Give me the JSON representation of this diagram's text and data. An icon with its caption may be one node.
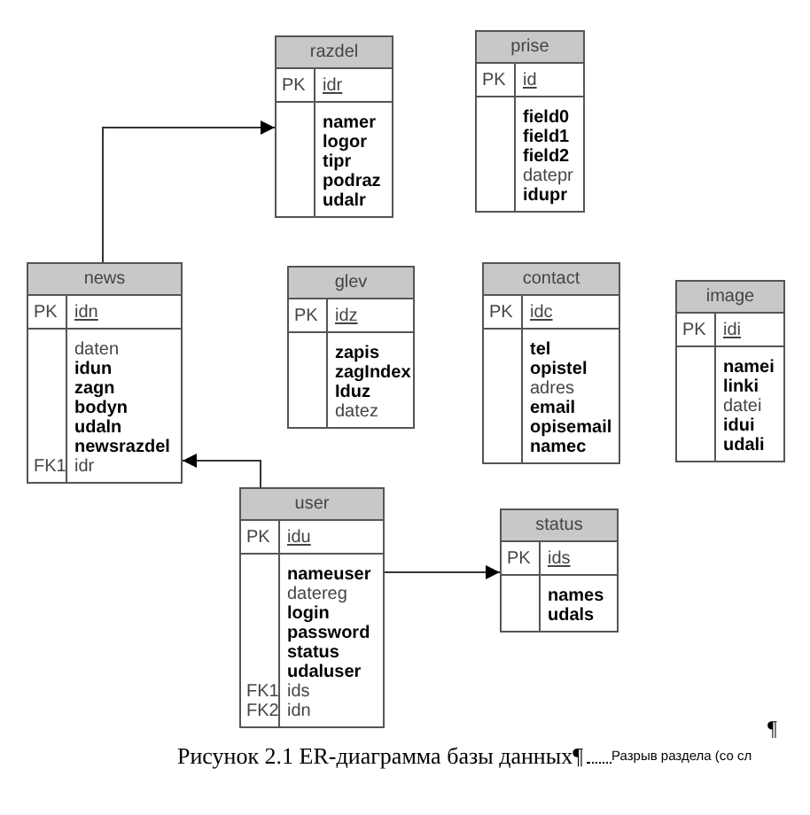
{
  "diagram": {
    "caption": "Рисунок 2.1 ER-диаграмма базы данных",
    "nodes": [
      {
        "text": [
          "razdel",
          "PK",
          "idr",
          "**namer**",
          "**logor**",
          "**tipr**",
          "**podraz**",
          "**udalr**"
        ]
      },
      {
        "text": [
          "prise",
          "PK",
          "id",
          "**field0**",
          "**field1**",
          "**field2**",
          "datepr",
          "**idupr**"
        ]
      },
      {
        "text": [
          "news",
          "PK",
          "idn",
          "daten",
          "**idun**",
          "**zagn**",
          "**bodyn**",
          "**udaln**",
          "**newsrazdel**",
          "FK1",
          "idr"
        ]
      },
      {
        "text": [
          "glev",
          "PK",
          "idz",
          "**zapis**",
          "**zagIndex**",
          "**Iduz**",
          "datez"
        ]
      },
      {
        "text": [
          "contact",
          "PK",
          "idc",
          "**tel**",
          "**opistel**",
          "adres",
          "**email**",
          "**opisemail**",
          "**namec**"
        ]
      },
      {
        "text": [
          "image",
          "PK",
          "idi",
          "**namei**",
          "**linki**",
          "datei",
          "**idui**",
          "**udali**"
        ]
      },
      {
        "text": [
          "user",
          "PK",
          "idu",
          "**nameuser**",
          "datereg",
          "**login**",
          "**password**",
          "**status**",
          "**udaluser**",
          "FK1",
          "ids",
          "FK2",
          "idn"
        ]
      },
      {
        "text": [
          "status",
          "PK",
          "ids",
          "**names**",
          "**udals**"
        ]
      }
    ],
    "edges": [
      {
        "from": 2,
        "to": 0,
        "arrow": "to"
      },
      {
        "from": 6,
        "to": 2,
        "arrow": "to"
      },
      {
        "from": 6,
        "to": 7,
        "arrow": "to"
      }
    ],
    "labels": [
      "¶",
      "¶",
      "Разрыв раздела (со сл"
    ]
  }
}
